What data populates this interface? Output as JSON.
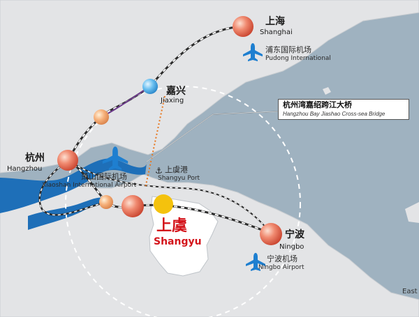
{
  "cities": {
    "shanghai": {
      "cn": "上海",
      "en": "Shanghai"
    },
    "jiaxing": {
      "cn": "嘉兴",
      "en": "Jiaxing"
    },
    "hangzhou": {
      "cn": "杭州",
      "en": "Hangzhou"
    },
    "ningbo": {
      "cn": "宁波",
      "en": "Ningbo"
    },
    "shangyu": {
      "cn": "上虞",
      "en": "Shangyu"
    }
  },
  "airports": {
    "pudong": {
      "cn": "浦东国际机场",
      "en": "Pudong International"
    },
    "xiaoshan": {
      "cn": "萧山国际机场",
      "en": "Xiaoshan International Airport"
    },
    "ningbo": {
      "cn": "宁波机场",
      "en": "Ningbo Airport"
    }
  },
  "port": {
    "cn": "上虞港",
    "en": "Shangyu Port"
  },
  "bridge": {
    "cn": "杭州湾嘉绍跨江大桥",
    "en": "Hangzhou Bay Jiashao Cross-sea Bridge"
  },
  "sea_label": "East",
  "colors": {
    "land": "#e3e4e6",
    "water": "#9fb2c0",
    "river": "#1e6fb8",
    "city_marker": "#e8705a",
    "shangyu_marker": "#f4c20d",
    "jiaxing_marker": "#4fa9e8",
    "highlight": "#d4141b"
  }
}
